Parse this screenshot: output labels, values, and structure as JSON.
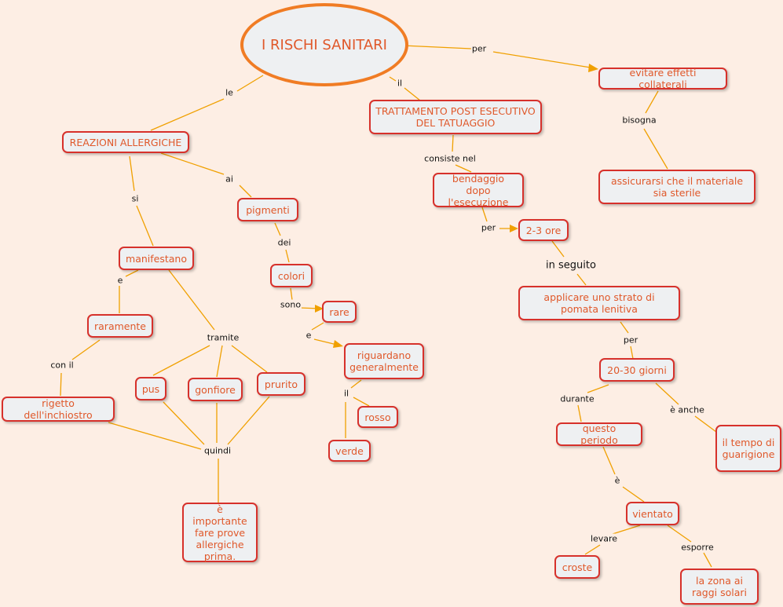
{
  "colors": {
    "background": "#fdeee4",
    "node_border": "#d7312b",
    "node_text": "#e0582a",
    "node_fill": "#eef0f2",
    "root_border": "#f07c24",
    "line": "#f0a000"
  },
  "nodes": {
    "root": "I RISCHI SANITARI",
    "reazioni": "REAZIONI ALLERGICHE",
    "trattamento": "TRATTAMENTO POST ESECUTIVO DEL TATUAGGIO",
    "evitare": "evitare effetti collaterali",
    "assicurarsi": "assicurarsi che il materiale sia sterile",
    "bendaggio": "bendaggio dopo l'esecuzione",
    "ore": "2-3 ore",
    "pomata": "applicare uno strato di pomata lenitiva",
    "giorni": "20-30 giorni",
    "periodo": "questo periodo",
    "guarigione": "il tempo di guarigione",
    "vientato": "vientato",
    "croste": "croste",
    "zona": "la zona ai raggi solari",
    "pigmenti": "pigmenti",
    "colori": "colori",
    "rare": "rare",
    "riguardano": "riguardano generalmente",
    "rosso": "rosso",
    "verde": "verde",
    "manifestano": "manifestano",
    "raramente": "raramente",
    "rigetto": "rigetto dell'inchiostro",
    "pus": "pus",
    "gonfiore": "gonfiore",
    "prurito": "prurito",
    "importante": "è importante fare prove allergiche prima."
  },
  "labels": {
    "per1": "per",
    "le": "le",
    "il1": "il",
    "bisogna": "bisogna",
    "consiste": "consiste nel",
    "per2": "per",
    "seguito": "in seguito",
    "per3": "per",
    "durante": "durante",
    "eanche": "è anche",
    "e_is": "è",
    "levare": "levare",
    "esporre": "esporre",
    "ai": "ai",
    "dei": "dei",
    "sono": "sono",
    "e1": "e",
    "il2": "il",
    "si": "si",
    "e2": "e",
    "conil": "con il",
    "tramite": "tramite",
    "quindi": "quindi"
  }
}
